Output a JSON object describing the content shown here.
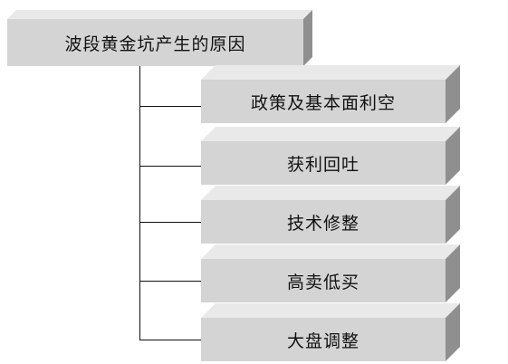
{
  "root": {
    "label": "波段黄金坑产生的原因"
  },
  "children": [
    {
      "label": "政策及基本面利空"
    },
    {
      "label": "获利回吐"
    },
    {
      "label": "技术修整"
    },
    {
      "label": "高卖低买"
    },
    {
      "label": "大盘调整"
    }
  ]
}
